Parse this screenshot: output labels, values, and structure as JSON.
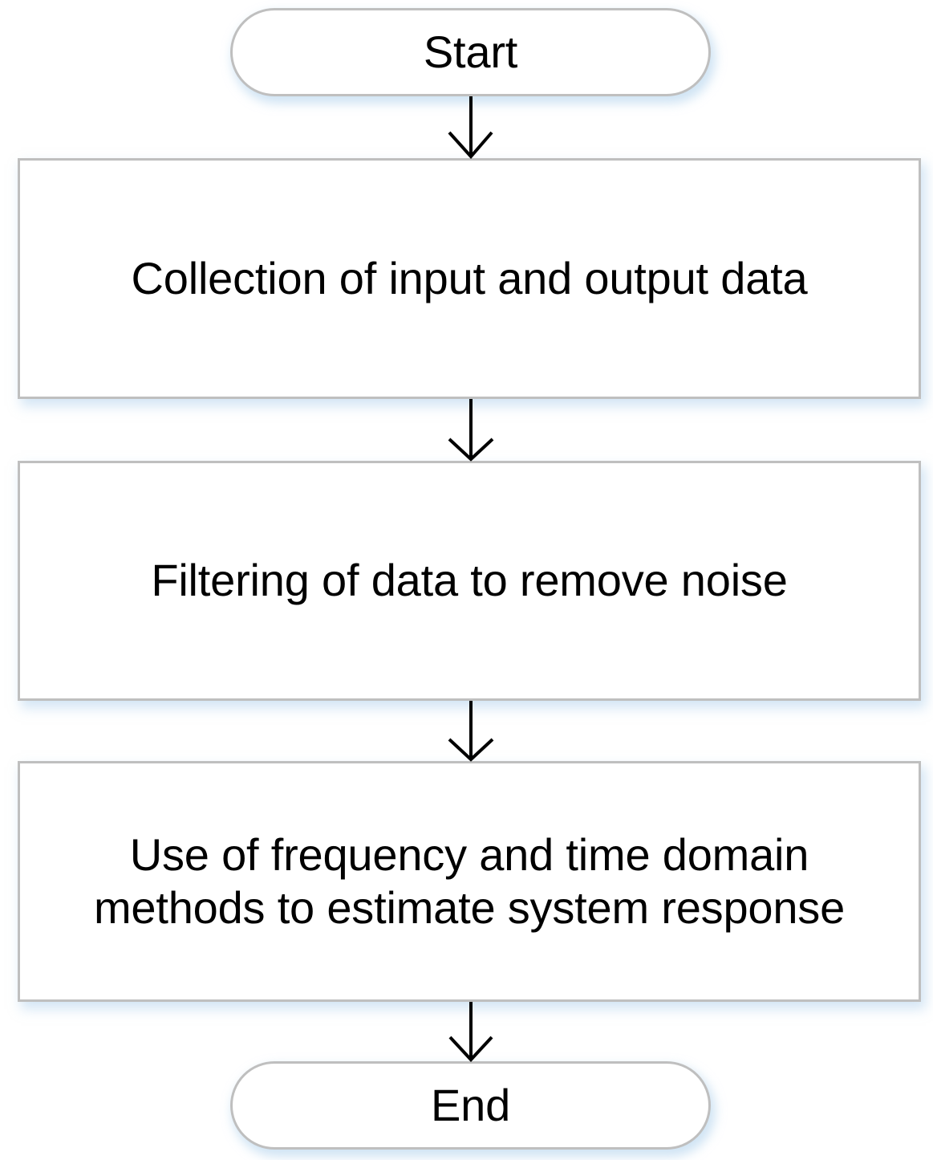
{
  "diagram": {
    "type": "flowchart",
    "orientation": "top-to-bottom",
    "background_color": "#ffffff",
    "node_border_color": "#bfbfbf",
    "node_fill_color": "#ffffff",
    "text_color": "#000000",
    "shadow_color": "#dce9f7",
    "connector_color": "#000000",
    "nodes": [
      {
        "id": "start",
        "shape": "terminator",
        "label": "Start"
      },
      {
        "id": "collect",
        "shape": "process",
        "label": "Collection of input and output data"
      },
      {
        "id": "filter",
        "shape": "process",
        "label": "Filtering of data to remove noise"
      },
      {
        "id": "estimate",
        "shape": "process",
        "label": "Use of frequency and time domain\nmethods to estimate system response"
      },
      {
        "id": "end",
        "shape": "terminator",
        "label": "End"
      }
    ],
    "edges": [
      {
        "id": "edge-start-collect",
        "from": "start",
        "to": "collect",
        "label": "",
        "arrow": "open-chevron"
      },
      {
        "id": "edge-collect-filter",
        "from": "collect",
        "to": "filter",
        "label": "",
        "arrow": "open-chevron"
      },
      {
        "id": "edge-filter-estimate",
        "from": "filter",
        "to": "estimate",
        "label": "",
        "arrow": "open-chevron"
      },
      {
        "id": "edge-estimate-end",
        "from": "estimate",
        "to": "end",
        "label": "",
        "arrow": "open-chevron"
      }
    ]
  }
}
